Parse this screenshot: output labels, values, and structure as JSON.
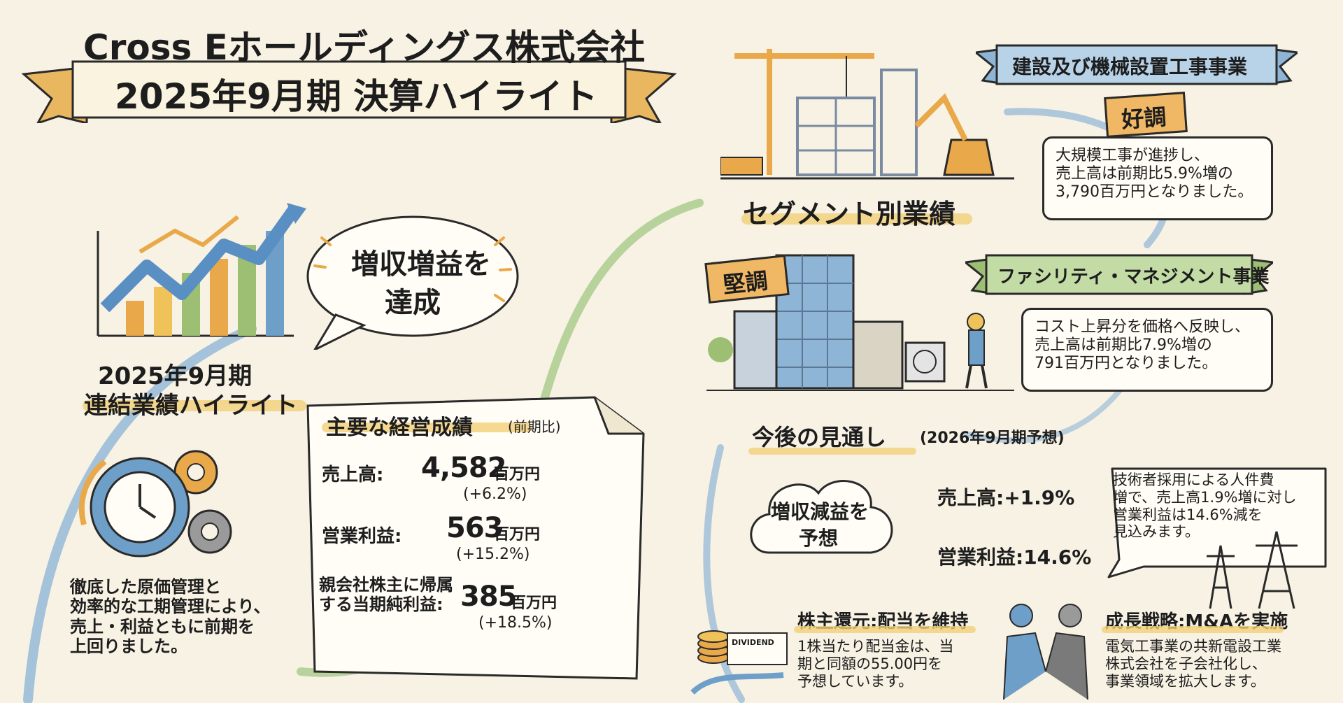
{
  "title": {
    "line1": "Cross Eホールディングス株式会社",
    "line2": "2025年9月期 決算ハイライト"
  },
  "achievement_bubble": {
    "line1": "増収増益を",
    "line2": "達成"
  },
  "consolidated": {
    "heading_line1": "2025年9月期",
    "heading_line2": "連結業績ハイライト",
    "note_lines": [
      "徹底した原価管理と",
      "効率的な工期管理により、",
      "売上・利益ともに前期を",
      "上回りました。"
    ]
  },
  "results": {
    "heading": "主要な経営成績",
    "heading_note": "(前期比)",
    "items": [
      {
        "label": "売上高:",
        "value": "4,582",
        "unit": "百万円",
        "change": "(+6.2%)"
      },
      {
        "label": "営業利益:",
        "value": "563",
        "unit": "百万円",
        "change": "(+15.2%)"
      },
      {
        "label_line1": "親会社株主に帰属",
        "label_line2": "する当期純利益:",
        "value": "385",
        "unit": "百万円",
        "change": "(+18.5%)"
      }
    ]
  },
  "segments": {
    "heading": "セグメント別業績",
    "construction": {
      "ribbon": "建設及び機械設置工事事業",
      "tag": "好調",
      "lines": [
        "大規模工事が進捗し、",
        "売上高は前期比5.9%増の",
        "3,790百万円となりました。"
      ]
    },
    "facility": {
      "ribbon": "ファシリティ・マネジメント事業",
      "tag": "堅調",
      "lines": [
        "コスト上昇分を価格へ反映し、",
        "売上高は前期比7.9%増の",
        "791百万円となりました。"
      ]
    }
  },
  "outlook": {
    "heading": "今後の見通し",
    "heading_note": "(2026年9月期予想)",
    "cloud_line1": "増収減益を",
    "cloud_line2": "予想",
    "sales": "売上高:+1.9%",
    "operating": "営業利益:14.6%",
    "note_lines": [
      "技術者採用による人件費",
      "増で、売上高1.9%増に対し",
      "営業利益は14.6%減を",
      "見込みます。"
    ]
  },
  "dividend": {
    "heading": "株主還元:配当を維持",
    "badge": "DIVIDEND",
    "lines": [
      "1株当たり配当金は、当",
      "期と同額の55.00円を",
      "予想しています。"
    ]
  },
  "growth": {
    "heading": "成長戦略:M&Aを実施",
    "lines": [
      "電気工事業の共新電設工業",
      "株式会社を子会社化し、",
      "事業領域を拡大します。"
    ]
  },
  "colors": {
    "blue": "#6e9fc9",
    "green": "#9cbf73",
    "orange": "#e9a94a",
    "highlight": "#f3cf78",
    "paper": "#f7f2e4"
  }
}
